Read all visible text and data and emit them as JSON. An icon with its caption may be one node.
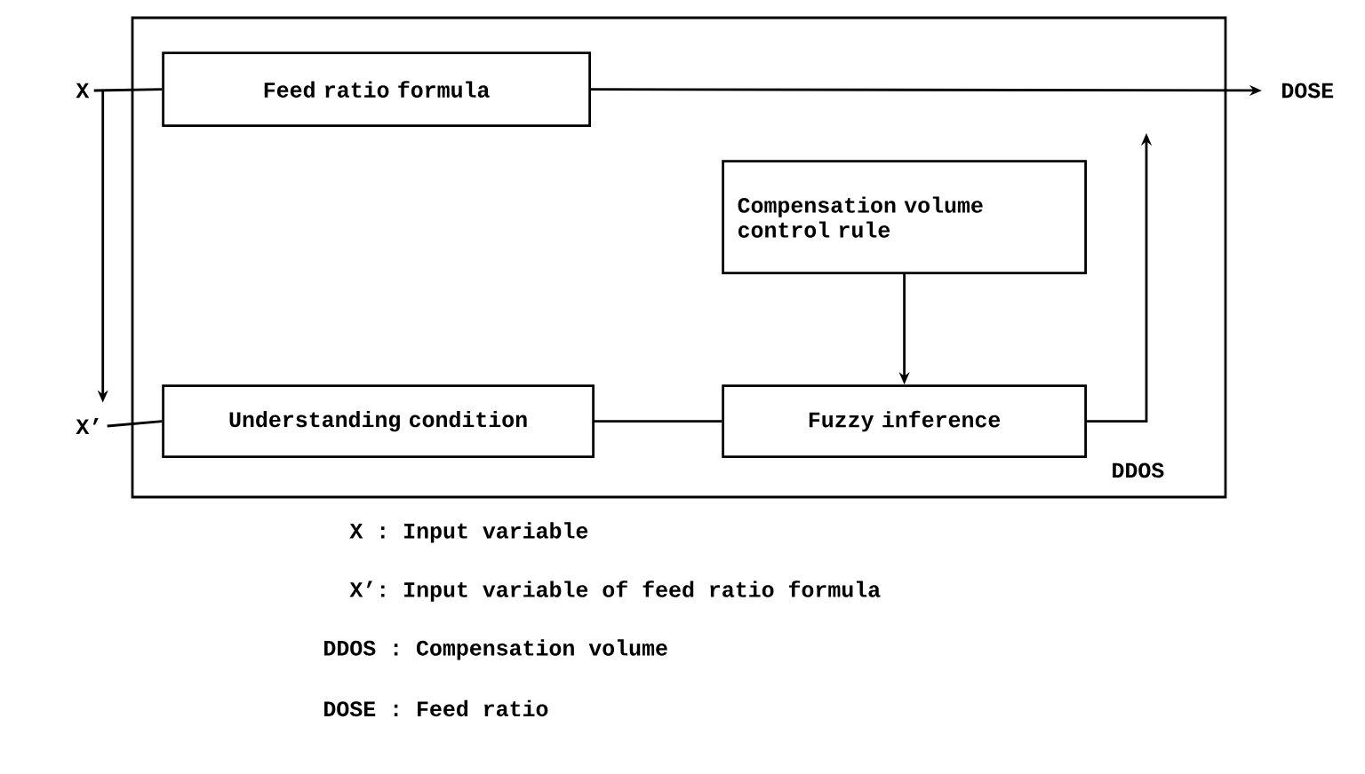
{
  "diagram": {
    "nodes": [
      {
        "text": [
          "DDOS"
        ]
      },
      {
        "text": [
          "X"
        ]
      },
      {
        "text": [
          "Feed ratio formula"
        ],
        "in": 0
      },
      {
        "text": [
          "X’"
        ]
      },
      {
        "text": [
          "Understanding condition"
        ],
        "in": 0
      },
      {
        "text": [
          "Compensation volume control rule"
        ],
        "in": 0
      },
      {
        "text": [
          "Fuzzy inference"
        ],
        "in": 0
      },
      {
        "text": [
          "DOSE"
        ]
      }
    ],
    "edges": [
      {
        "from": 1,
        "to": 2,
        "arrow": "none"
      },
      {
        "from": 1,
        "to": 3,
        "arrow": "to"
      },
      {
        "from": 3,
        "to": 4,
        "arrow": "none"
      },
      {
        "from": 2,
        "to": 7,
        "arrow": "to"
      },
      {
        "from": 4,
        "to": 6,
        "arrow": "none"
      },
      {
        "from": 5,
        "to": 6,
        "arrow": "to"
      },
      {
        "from": 6,
        "to": null,
        "arrow": "to"
      }
    ],
    "labels": [
      "X : Input variable",
      "X’: Input variable of feed ratio formula",
      "DDOS : Compensation volume",
      "DOSE : Feed ratio"
    ]
  }
}
